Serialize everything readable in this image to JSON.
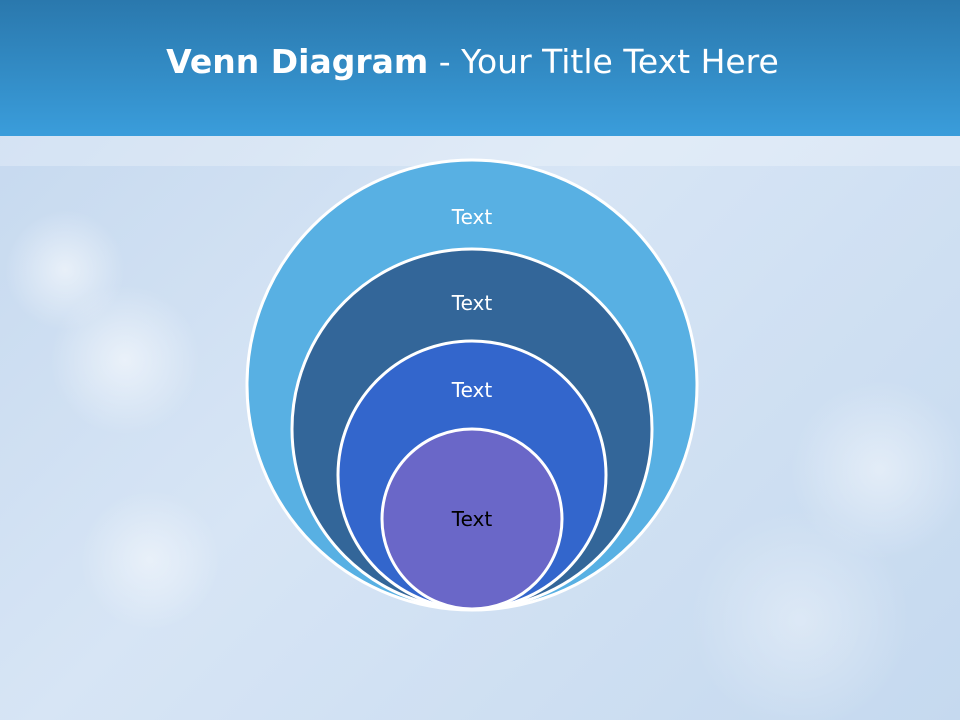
{
  "slide": {
    "title_bold": "Venn Diagram",
    "title_rest": " - Your Title Text Here"
  },
  "diagram": {
    "type": "nested-circles",
    "circles": [
      {
        "label": "Text",
        "fill": "#58b0e3",
        "text_color": "#ffffff"
      },
      {
        "label": "Text",
        "fill": "#336699",
        "text_color": "#ffffff"
      },
      {
        "label": "Text",
        "fill": "#3366cc",
        "text_color": "#ffffff"
      },
      {
        "label": "Text",
        "fill": "#6a67c8",
        "text_color": "#000000"
      }
    ],
    "stroke": "#ffffff"
  }
}
